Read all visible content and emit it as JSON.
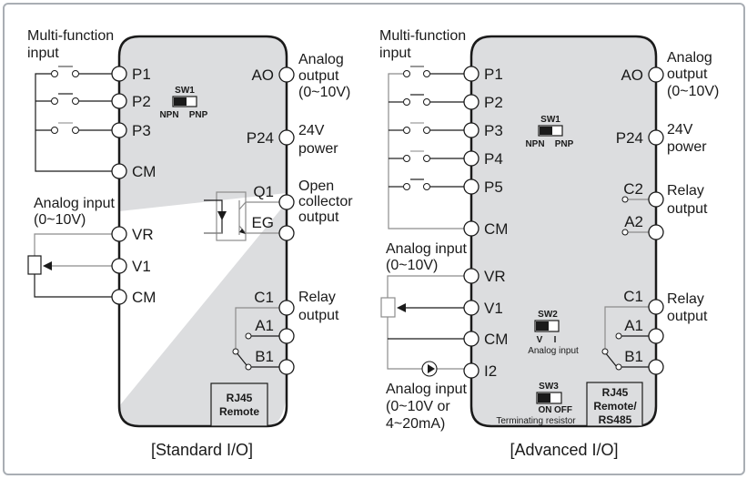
{
  "diagram": {
    "standard": {
      "caption": "[Standard I/O]",
      "left_group_label": [
        "Multi-function",
        "input"
      ],
      "inputs": [
        "P1",
        "P2",
        "P3",
        "CM"
      ],
      "analog_label": [
        "Analog input",
        "(0~10V)"
      ],
      "analog_terminals": [
        "VR",
        "V1",
        "CM"
      ],
      "sw1": {
        "title": "SW1",
        "left": "NPN",
        "right": "PNP",
        "position": "NPN"
      },
      "right_terminals": [
        "AO",
        "P24",
        "Q1",
        "EG",
        "C1",
        "A1",
        "B1"
      ],
      "right_labels": {
        "ao": [
          "Analog",
          "output",
          "(0~10V)"
        ],
        "p24": [
          "24V",
          "power"
        ],
        "oc": [
          "Open",
          "collector",
          "output"
        ],
        "relay": [
          "Relay",
          "output"
        ]
      },
      "rj45": [
        "RJ45",
        "Remote"
      ]
    },
    "advanced": {
      "caption": "[Advanced I/O]",
      "left_group_label": [
        "Multi-function",
        "input"
      ],
      "inputs": [
        "P1",
        "P2",
        "P3",
        "P4",
        "P5",
        "CM"
      ],
      "analog_label": [
        "Analog input",
        "(0~10V)"
      ],
      "analog_terminals": [
        "VR",
        "V1",
        "CM",
        "I2"
      ],
      "analog2_label": [
        "Analog input",
        "(0~10V or",
        "4~20mA)"
      ],
      "sw1": {
        "title": "SW1",
        "left": "NPN",
        "right": "PNP",
        "position": "NPN"
      },
      "sw2": {
        "title": "SW2",
        "left": "V",
        "right": "I",
        "caption": "Analog input",
        "position": "V"
      },
      "sw3": {
        "title": "SW3",
        "left": "ON",
        "right": "OFF",
        "caption": "Terminating resistor",
        "position": "ON"
      },
      "right_terminals": [
        "AO",
        "P24",
        "C2",
        "A2",
        "C1",
        "A1",
        "B1"
      ],
      "right_labels": {
        "ao": [
          "Analog",
          "output",
          "(0~10V)"
        ],
        "p24": [
          "24V",
          "power"
        ],
        "relay2": [
          "Relay",
          "output"
        ],
        "relay1": [
          "Relay",
          "output"
        ]
      },
      "rj45": [
        "RJ45",
        "Remote/",
        "RS485"
      ]
    },
    "colors": {
      "panel_fill": "#dcdddf",
      "line_dark": "#1a1a1a",
      "line_gray": "#8c8c8c",
      "frame": "#a9aeb4"
    }
  }
}
